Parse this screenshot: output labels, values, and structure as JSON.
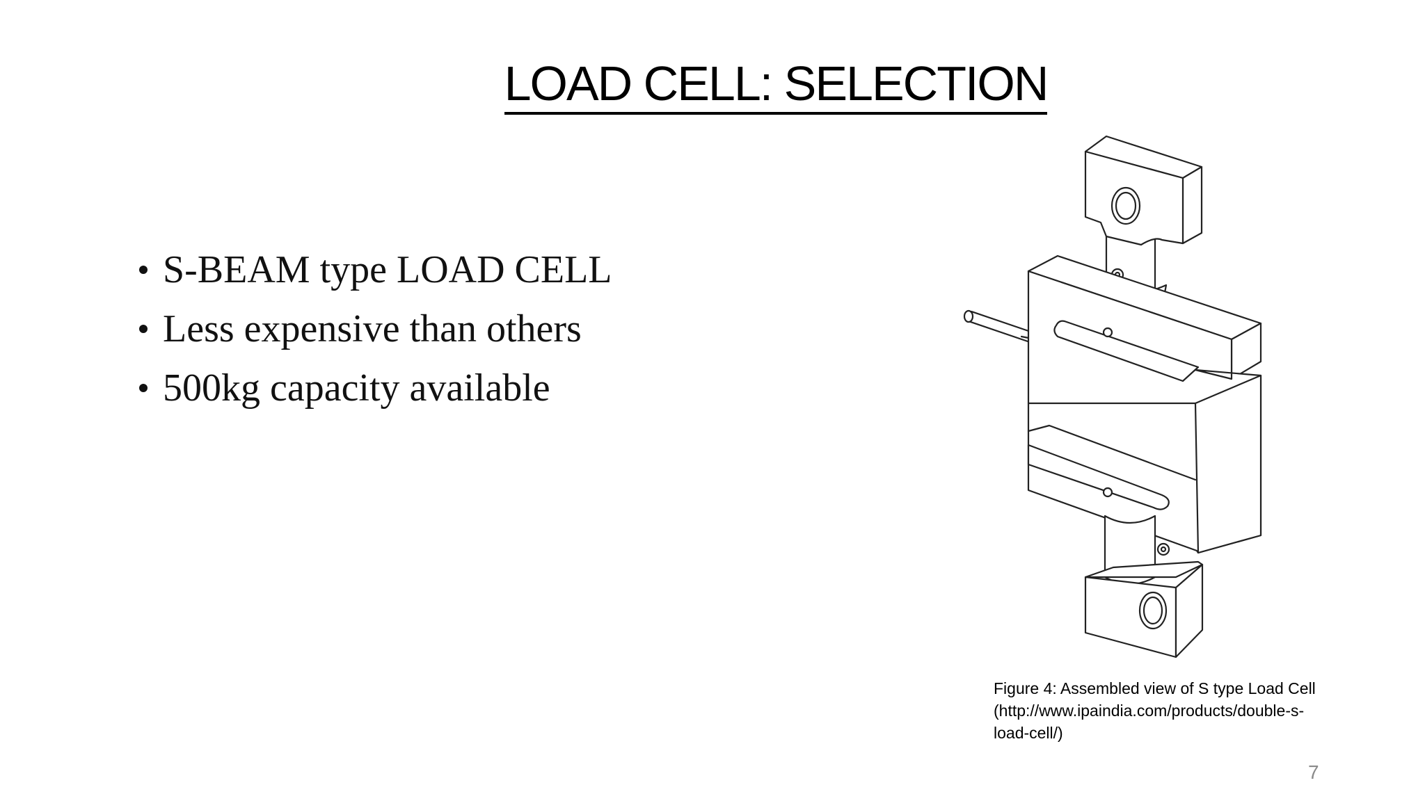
{
  "slide": {
    "title": "LOAD CELL: SELECTION",
    "bullets": [
      "S-BEAM type LOAD CELL",
      "Less expensive than others",
      "500kg capacity available"
    ],
    "figure": {
      "caption_lines": [
        "Figure 4: Assembled view of S type Load Cell",
        "(http://www.ipaindia.com/products/double-s-",
        "load-cell/)"
      ]
    },
    "page_number": "7"
  }
}
